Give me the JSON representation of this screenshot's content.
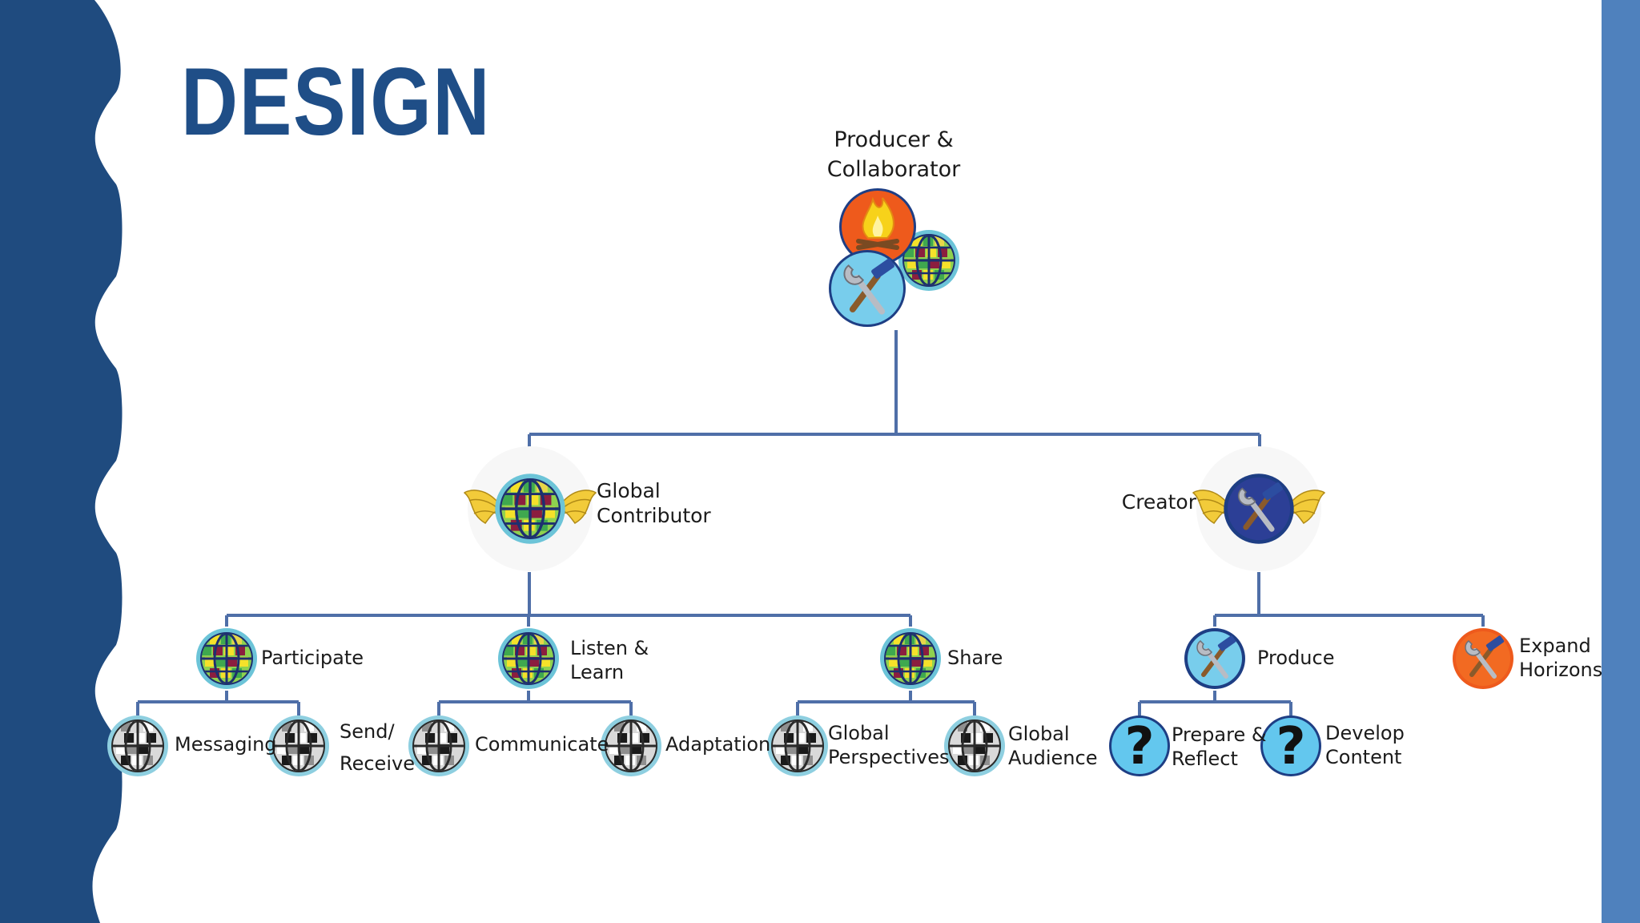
{
  "slide": {
    "title": "DESIGN",
    "colors": {
      "title": "#1f4e87",
      "left_band": "#1f4b7f",
      "right_band": "#4f81bd",
      "connector": "#4f6fa8"
    }
  },
  "diagram": {
    "root": {
      "label_line1": "Producer &",
      "label_line2": "Collaborator",
      "icon": "combined-badge-icon"
    },
    "branches": [
      {
        "label_line1": "Global",
        "label_line2": "Contributor",
        "icon": "winged-globe-icon",
        "children": [
          {
            "label": "Participate",
            "icon": "globe-icon",
            "children": [
              {
                "label_line1": "Messaging",
                "label_line2": "",
                "icon": "gray-globe-icon"
              },
              {
                "label_line1": "Send/",
                "label_line2": "Receive",
                "icon": "gray-globe-icon"
              }
            ]
          },
          {
            "label_line1": "Listen &",
            "label_line2": "Learn",
            "icon": "globe-icon",
            "children": [
              {
                "label_line1": "Communicate",
                "label_line2": "",
                "icon": "gray-globe-icon"
              },
              {
                "label_line1": "Adaptation",
                "label_line2": "",
                "icon": "gray-globe-icon"
              }
            ]
          },
          {
            "label": "Share",
            "icon": "globe-icon",
            "children": [
              {
                "label_line1": "Global",
                "label_line2": "Perspectives",
                "icon": "gray-globe-icon"
              },
              {
                "label_line1": "Global",
                "label_line2": "Audience",
                "icon": "gray-globe-icon"
              }
            ]
          }
        ]
      },
      {
        "label": "Creator",
        "icon": "winged-tools-icon",
        "children": [
          {
            "label": "Produce",
            "icon": "tools-icon",
            "children": [
              {
                "label_line1": "Prepare &",
                "label_line2": "Reflect",
                "icon": "question-mark-icon"
              },
              {
                "label_line1": "Develop",
                "label_line2": "Content",
                "icon": "question-mark-icon"
              }
            ]
          },
          {
            "label_line1": "Expand",
            "label_line2": "Horizons",
            "icon": "orange-tools-icon"
          }
        ]
      }
    ]
  }
}
